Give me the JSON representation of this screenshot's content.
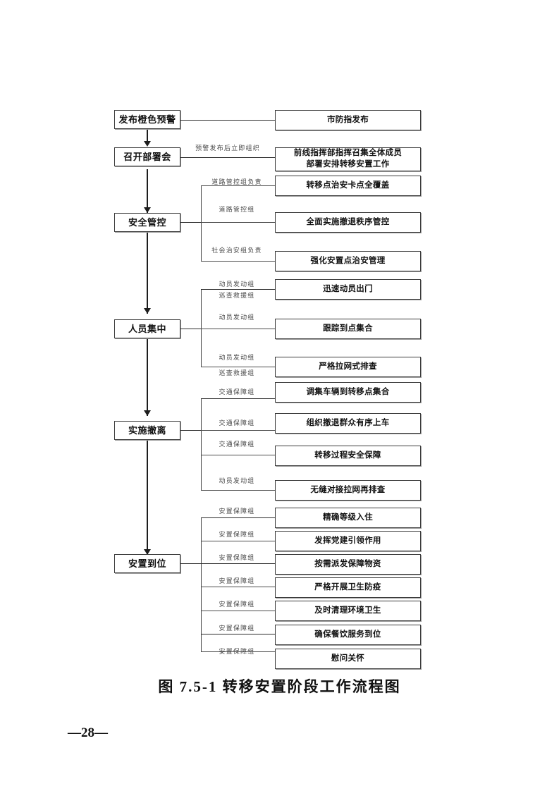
{
  "document": {
    "caption": "图 7.5-1  转移安置阶段工作流程图",
    "page_number": "—28—"
  },
  "flowchart": {
    "type": "flowchart",
    "orientation": "vertical-spine-with-right-branches",
    "stages": [
      {
        "id": "stage-1",
        "label": "发布橙色预警"
      },
      {
        "id": "stage-2",
        "label": "召开部署会"
      },
      {
        "id": "stage-3",
        "label": "安全管控"
      },
      {
        "id": "stage-4",
        "label": "人员集中"
      },
      {
        "id": "stage-5",
        "label": "实施撤离"
      },
      {
        "id": "stage-6",
        "label": "安置到位"
      }
    ],
    "branches": [
      {
        "stage": "stage-1",
        "connector": "",
        "task": "市防指发布"
      },
      {
        "stage": "stage-2",
        "connector": "预警发布后立即组织",
        "task_line1": "前线指挥部指挥召集全体成员",
        "task_line2": "部署安排转移安置工作"
      },
      {
        "stage": "stage-3",
        "connector": "道路管控组负责",
        "task": "转移点治安卡点全覆盖"
      },
      {
        "stage": "stage-3",
        "connector": "道路管控组",
        "task": "全面实施撤退秩序管控"
      },
      {
        "stage": "stage-3",
        "connector": "社会治安组负责",
        "task": "强化安置点治安管理"
      },
      {
        "stage": "stage-4",
        "connector": "动员发动组",
        "connector2": "巡查救援组",
        "task": "迅速动员出门"
      },
      {
        "stage": "stage-4",
        "connector": "动员发动组",
        "task": "跟踪到点集合"
      },
      {
        "stage": "stage-4",
        "connector": "动员发动组",
        "connector2": "巡查救援组",
        "task": "严格拉网式排查"
      },
      {
        "stage": "stage-5",
        "connector": "交通保障组",
        "task": "调集车辆到转移点集合"
      },
      {
        "stage": "stage-5",
        "connector": "交通保障组",
        "task": "组织撤退群众有序上车"
      },
      {
        "stage": "stage-5",
        "connector": "交通保障组",
        "task": "转移过程安全保障"
      },
      {
        "stage": "stage-5",
        "connector": "动员发动组",
        "task": "无缝对接拉网再排查"
      },
      {
        "stage": "stage-6",
        "connector": "安置保障组",
        "task": "精确等级入住"
      },
      {
        "stage": "stage-6",
        "connector": "安置保障组",
        "task": "发挥党建引领作用"
      },
      {
        "stage": "stage-6",
        "connector": "安置保障组",
        "task": "按需派发保障物资"
      },
      {
        "stage": "stage-6",
        "connector": "安置保障组",
        "task": "严格开展卫生防疫"
      },
      {
        "stage": "stage-6",
        "connector": "安置保障组",
        "task": "及时清理环境卫生"
      },
      {
        "stage": "stage-6",
        "connector": "安置保障组",
        "task": "确保餐饮服务到位"
      },
      {
        "stage": "stage-6",
        "connector": "安置保障组",
        "task": "慰问关怀"
      }
    ],
    "colors": {
      "box_border": "#3a3a3a",
      "line": "#4a4a4a",
      "spine": "#1d1d1d",
      "text": "#111111",
      "connector_text": "#4a4a4a",
      "background": "#ffffff"
    }
  }
}
